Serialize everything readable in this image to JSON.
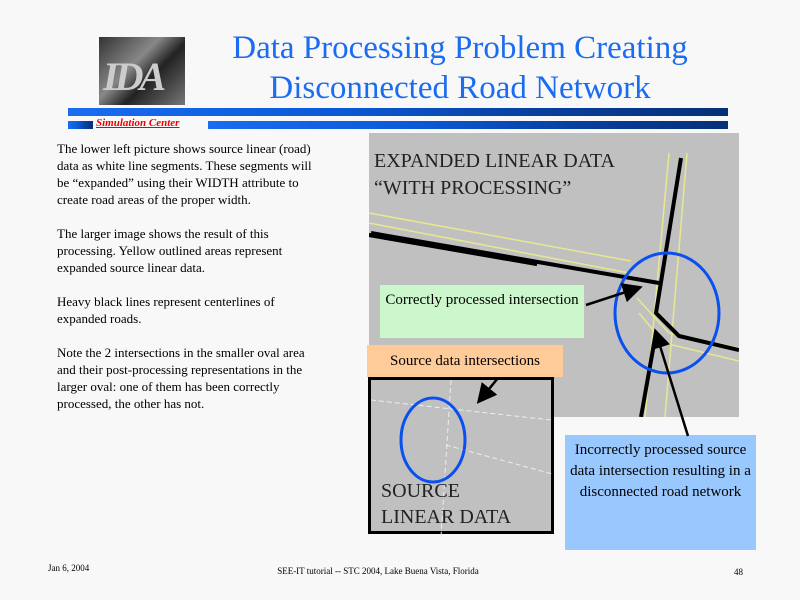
{
  "header": {
    "logo_text": "IDA",
    "title_line1": "Data Processing Problem Creating",
    "title_line2": "Disconnected Road Network",
    "subtitle": "Simulation Center"
  },
  "body": {
    "paragraphs": [
      "The lower left picture shows source linear (road) data as white line segments. These segments will be “expanded” using their WIDTH attribute to create road areas of the proper width.",
      "The larger image shows the result of this processing.  Yellow outlined areas represent expanded source linear data.",
      "Heavy black lines represent centerlines of expanded roads.",
      "Note the 2 intersections in the smaller oval area and their post-processing representations in the larger oval: one of them has been correctly processed, the other has not."
    ]
  },
  "figure": {
    "big_label_line1": "EXPANDED LINEAR DATA",
    "big_label_line2": "“WITH PROCESSING”",
    "small_label_line1": "SOURCE",
    "small_label_line2": "LINEAR DATA",
    "callout_correct": "Correctly processed intersection",
    "callout_source": "Source data intersections",
    "callout_incorrect": "Incorrectly processed source data intersection resulting in a disconnected road network"
  },
  "footer": {
    "date": "Jan 6, 2004",
    "event": "SEE-IT tutorial -- STC 2004, Lake Buena Vista, Florida",
    "page": "48"
  }
}
